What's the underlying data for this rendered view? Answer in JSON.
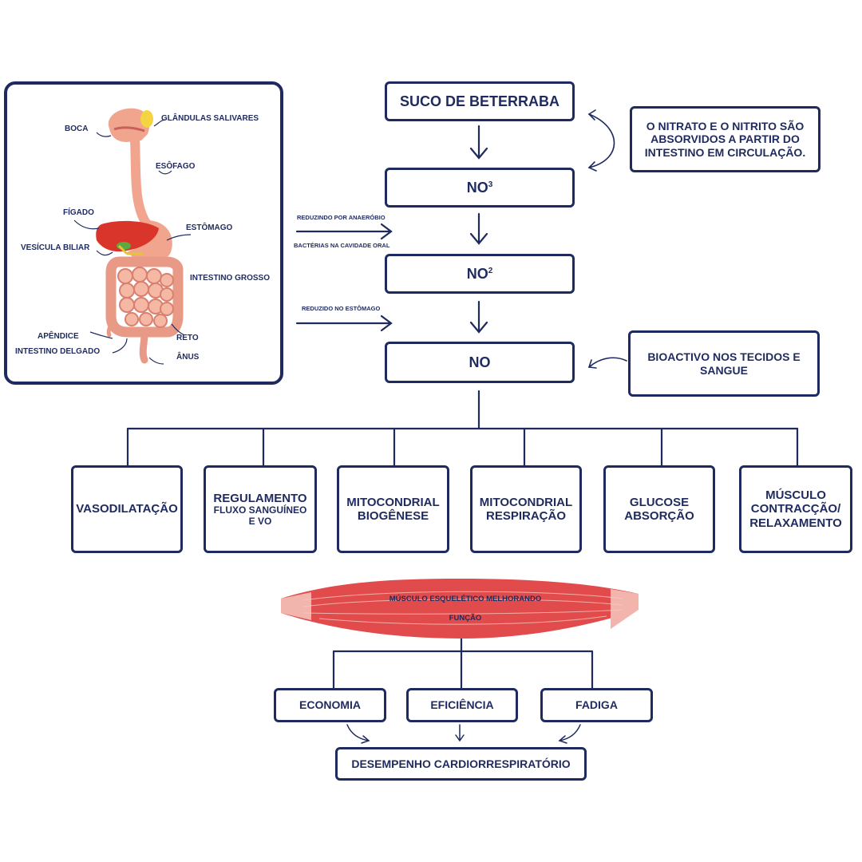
{
  "digestive_system": {
    "labels": {
      "boca": "BOCA",
      "glandulas": "GLÂNDULAS SALIVARES",
      "esofago": "ESÔFAGO",
      "figado": "FÍGADO",
      "estomago": "ESTÔMAGO",
      "vesicula": "VESÍCULA BILIAR",
      "intestino_grosso": "INTESTINO GROSSO",
      "apendice": "APÊNDICE",
      "intestino_delgado": "INTESTINO DELGADO",
      "reto": "RETO",
      "anus": "ÂNUS"
    }
  },
  "flow": {
    "suco": "SUCO DE BETERRABA",
    "no3": "NO",
    "no3_sup": "3",
    "no2": "NO",
    "no2_sup": "2",
    "no": "NO",
    "nitrate_note": "O NITRATO E O NITRITO SÃO ABSORVIDOS A PARTIR DO INTESTINO EM CIRCULAÇÃO.",
    "bioactive_note": "BIOACTIVO NOS TECIDOS E SANGUE",
    "reduzindo_1": "REDUZINDO POR ANAERÓBIO",
    "reduzindo_2": "BACTÉRIAS NA CAVIDADE ORAL",
    "reduzido_estomago": "REDUZIDO NO ESTÔMAGO"
  },
  "effects": [
    {
      "line1": "VASODILATAÇÃO"
    },
    {
      "line1": "REGULAMENTO",
      "line2": "FLUXO SANGUÍNEO",
      "line3": "E VO"
    },
    {
      "line1": "MITOCONDRIAL",
      "line2": "BIOGÊNESE"
    },
    {
      "line1": "MITOCONDRIAL",
      "line2": "RESPIRAÇÃO"
    },
    {
      "line1": "GLUCOSE",
      "line2": "ABSORÇÃO"
    },
    {
      "line1": "MÚSCULO",
      "line2": "CONTRACÇÃO/",
      "line3": "RELAXAMENTO"
    }
  ],
  "muscle": {
    "line1": "MÚSCULO ESQUELÉTICO MELHORANDO",
    "line2": "FUNÇÃO"
  },
  "outcomes": {
    "economia": "ECONOMIA",
    "eficiencia": "EFICIÊNCIA",
    "fadiga": "FADIGA",
    "desempenho": "DESEMPENHO CARDIORRESPIRATÓRIO"
  },
  "colors": {
    "navy": "#1f2b5e",
    "muscle_red": "#e24b4b",
    "organ_pink": "#f2a58e",
    "liver": "#d9352b"
  }
}
